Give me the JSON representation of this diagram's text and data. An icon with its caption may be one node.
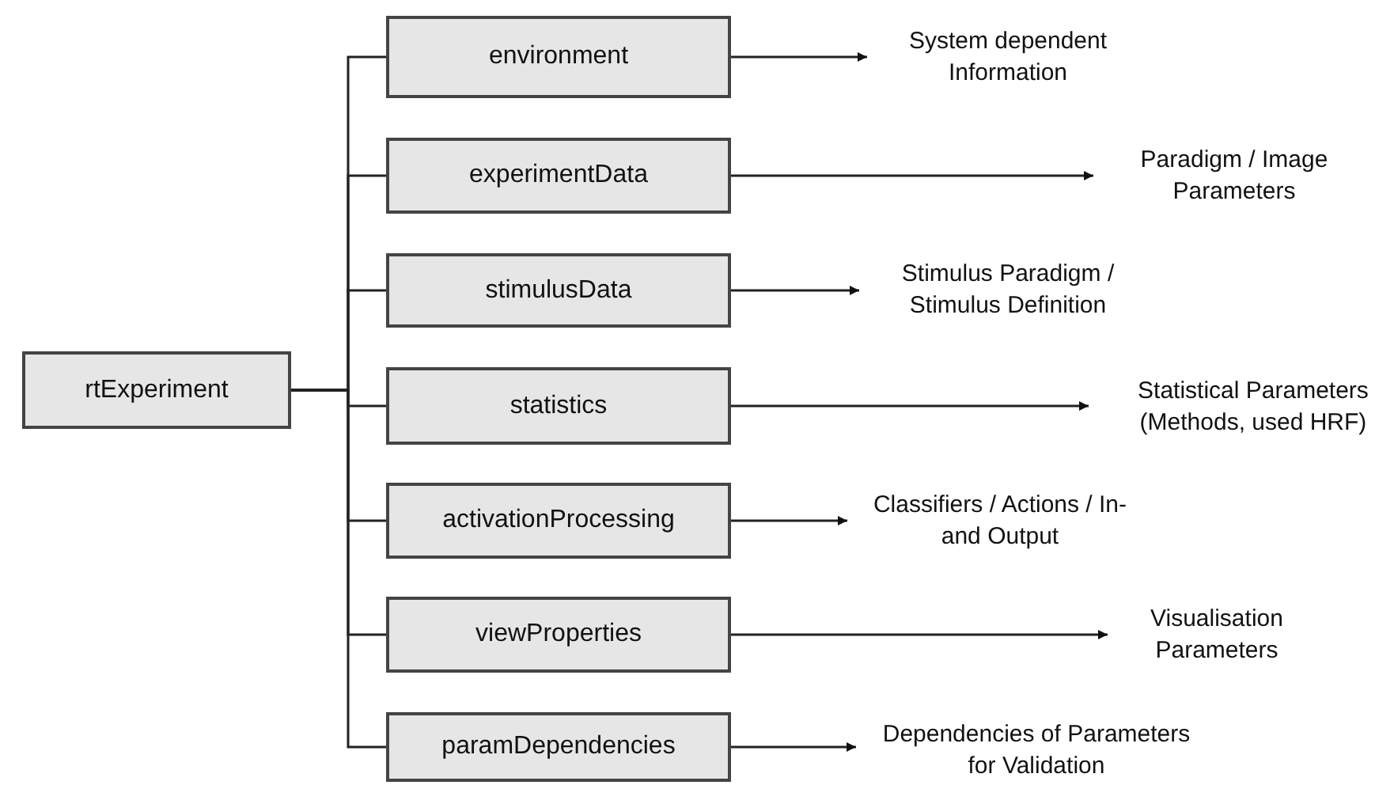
{
  "diagram": {
    "nodes": [
      {
        "text": [
          "rtExperiment"
        ]
      },
      {
        "text": [
          "environment"
        ]
      },
      {
        "text": [
          "experimentData"
        ]
      },
      {
        "text": [
          "stimulusData"
        ]
      },
      {
        "text": [
          "statistics"
        ]
      },
      {
        "text": [
          "activationProcessing"
        ]
      },
      {
        "text": [
          "viewProperties"
        ]
      },
      {
        "text": [
          "paramDependencies"
        ]
      },
      {
        "text": [
          "System dependent Information"
        ]
      },
      {
        "text": [
          "Paradigm / Image Parameters"
        ]
      },
      {
        "text": [
          "Stimulus Paradigm / Stimulus Definition"
        ]
      },
      {
        "text": [
          "Statistical Parameters (Methods, used HRF)"
        ]
      },
      {
        "text": [
          "Classifiers / Actions / In- and Output"
        ]
      },
      {
        "text": [
          "Visualisation Parameters"
        ]
      },
      {
        "text": [
          "Dependencies of Parameters for Validation"
        ]
      }
    ],
    "edges": [
      {
        "from": 0,
        "to": 1,
        "arrow": "none"
      },
      {
        "from": 0,
        "to": 2,
        "arrow": "none"
      },
      {
        "from": 0,
        "to": 3,
        "arrow": "none"
      },
      {
        "from": 0,
        "to": 4,
        "arrow": "none"
      },
      {
        "from": 0,
        "to": 5,
        "arrow": "none"
      },
      {
        "from": 0,
        "to": 6,
        "arrow": "none"
      },
      {
        "from": 0,
        "to": 7,
        "arrow": "none"
      },
      {
        "from": 1,
        "to": 8,
        "arrow": "to"
      },
      {
        "from": 2,
        "to": 9,
        "arrow": "to"
      },
      {
        "from": 3,
        "to": 10,
        "arrow": "to"
      },
      {
        "from": 4,
        "to": 11,
        "arrow": "to"
      },
      {
        "from": 5,
        "to": 12,
        "arrow": "to"
      },
      {
        "from": 6,
        "to": 13,
        "arrow": "to"
      },
      {
        "from": 7,
        "to": 14,
        "arrow": "to"
      }
    ]
  }
}
